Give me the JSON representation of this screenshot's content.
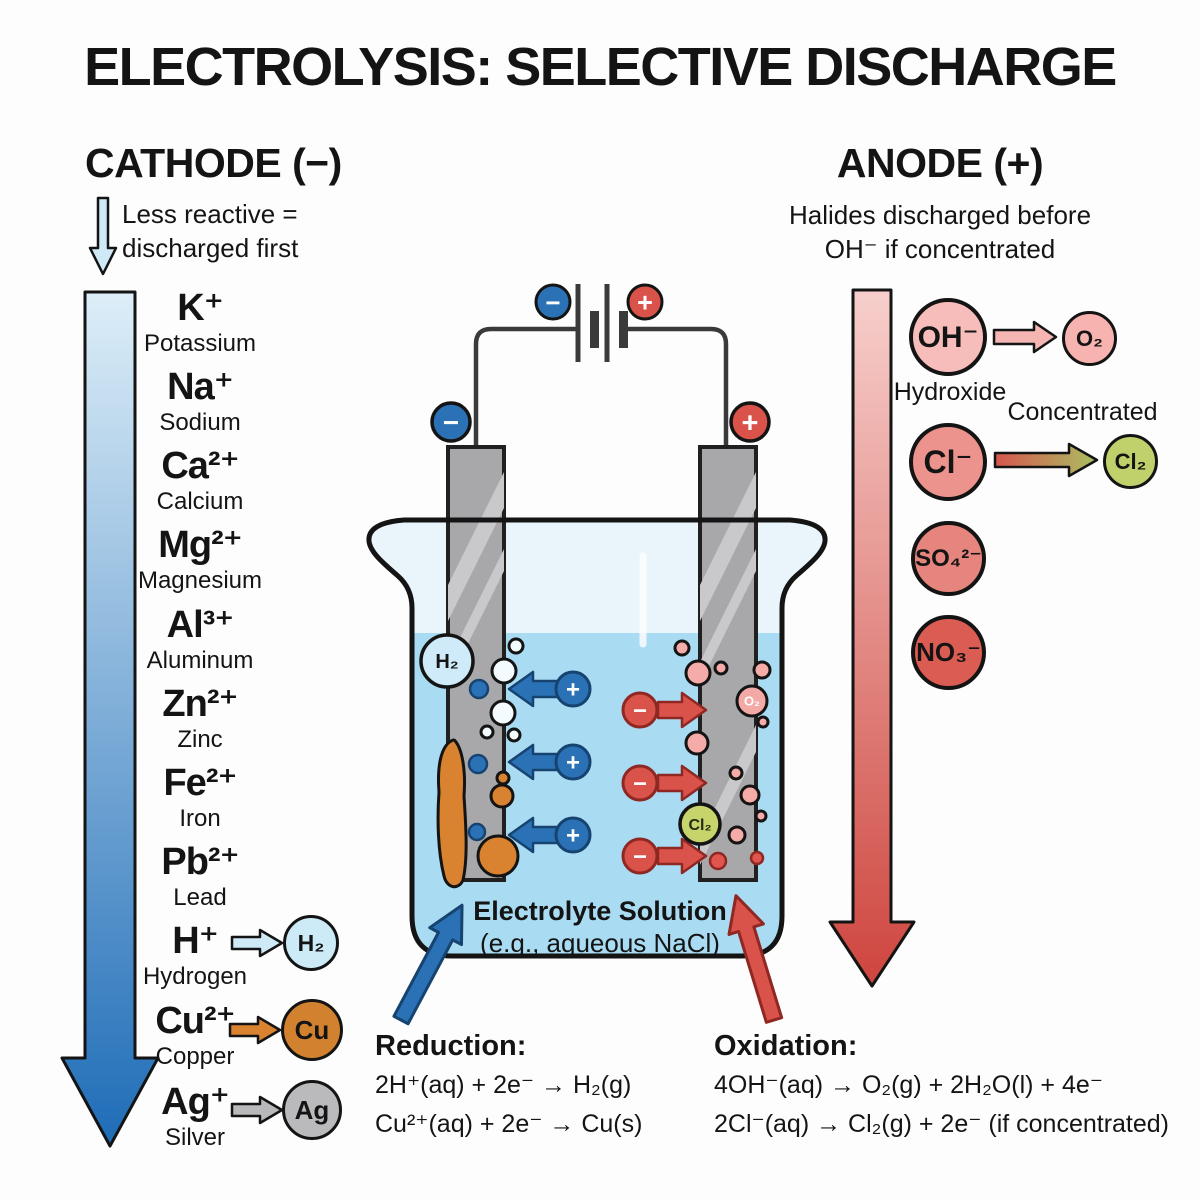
{
  "title": "ELECTROLYSIS: SELECTIVE DISCHARGE",
  "cathode": {
    "heading": "CATHODE (−)",
    "note_line1": "Less reactive =",
    "note_line2": "discharged first",
    "ions": [
      {
        "symbol": "K⁺",
        "name": "Potassium"
      },
      {
        "symbol": "Na⁺",
        "name": "Sodium"
      },
      {
        "symbol": "Ca²⁺",
        "name": "Calcium"
      },
      {
        "symbol": "Mg²⁺",
        "name": "Magnesium"
      },
      {
        "symbol": "Al³⁺",
        "name": "Aluminum"
      },
      {
        "symbol": "Zn²⁺",
        "name": "Zinc"
      },
      {
        "symbol": "Fe²⁺",
        "name": "Iron"
      },
      {
        "symbol": "Pb²⁺",
        "name": "Lead"
      },
      {
        "symbol": "H⁺",
        "name": "Hydrogen",
        "product": "H₂"
      },
      {
        "symbol": "Cu²⁺",
        "name": "Copper",
        "product": "Cu"
      },
      {
        "symbol": "Ag⁺",
        "name": "Silver",
        "product": "Ag"
      }
    ]
  },
  "anode": {
    "heading": "ANODE (+)",
    "note_line1": "Halides discharged before",
    "note_line2": "OH⁻ if concentrated",
    "hydroxide_ion": "OH⁻",
    "hydroxide_label": "Hydroxide",
    "hydroxide_product": "O₂",
    "concentrated_label": "Concentrated",
    "chloride_ion": "Cl⁻",
    "chloride_product": "Cl₂",
    "sulfate_ion": "SO₄²⁻",
    "nitrate_ion": "NO₃⁻"
  },
  "cell": {
    "minus": "−",
    "plus": "+",
    "h2_bubble": "H₂",
    "o2_bubble": "O₂",
    "cl2_bubble": "Cl₂",
    "solution_title": "Electrolyte Solution",
    "solution_subtitle": "(e.g., aqueous NaCl)"
  },
  "reduction": {
    "heading": "Reduction:",
    "eq1": "2H⁺(aq) + 2e⁻ → H₂(g)",
    "eq2": "Cu²⁺(aq) + 2e⁻ → Cu(s)"
  },
  "oxidation": {
    "heading": "Oxidation:",
    "eq1": "4OH⁻(aq) → O₂(g) + 2H₂O(l) + 4e⁻",
    "eq2": "2Cl⁻(aq) → Cl₂(g) + 2e⁻ (if concentrated)"
  },
  "colors": {
    "blue": "#2a72b5",
    "red": "#d9534b",
    "liquid_blue": "#a9dbf2",
    "pale_solution": "#eaf5fb",
    "electrode_gray": "#a8a8aa",
    "copper_orange": "#d9822f",
    "chlorine_green": "#c7d46b",
    "pink_bubble": "#f5aba7",
    "hydrogen_blue": "#cdeaf7",
    "silver_gray": "#bababc"
  }
}
